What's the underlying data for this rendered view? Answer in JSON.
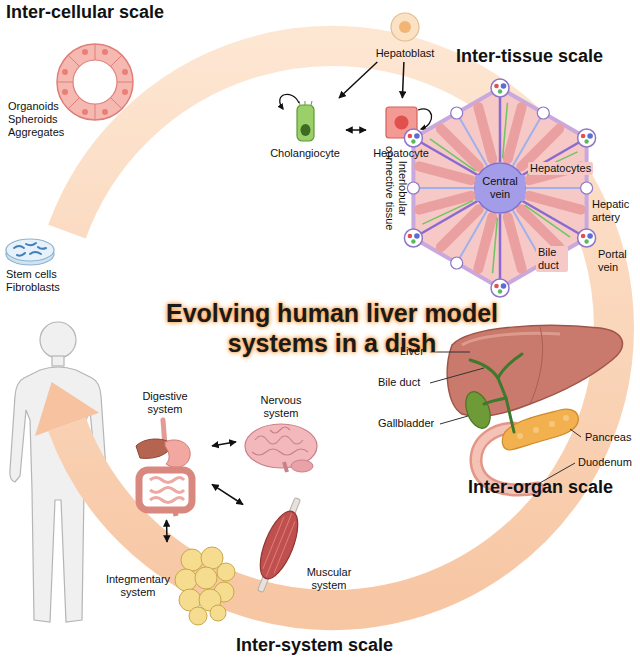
{
  "diagram": {
    "title": "Evolving human liver model systems in a dish",
    "nodes": [
      {
        "text": [
          "Hepatoblast"
        ]
      },
      {
        "text": [
          "Cholangiocyte"
        ]
      },
      {
        "text": [
          "Hepatocyte"
        ]
      },
      {
        "text": [
          "Digestive system"
        ]
      },
      {
        "text": [
          "Nervous system"
        ]
      },
      {
        "text": [
          "Muscular system"
        ]
      },
      {
        "text": [
          "Integmentary system"
        ]
      }
    ],
    "edges": [
      {
        "from": 0,
        "to": 1,
        "arrow": "to"
      },
      {
        "from": 0,
        "to": 2,
        "arrow": "to"
      },
      {
        "from": 1,
        "to": 2,
        "arrow": "both"
      },
      {
        "from": 3,
        "to": 4,
        "arrow": "both"
      },
      {
        "from": 3,
        "to": 5,
        "arrow": "both"
      },
      {
        "from": 3,
        "to": 6,
        "arrow": "both"
      }
    ],
    "labels": [
      "Inter-cellular scale",
      "Organoids Spheroids Aggregates",
      "Inter-tissue scale",
      "Interlobular connective tissue",
      "Central vein",
      "Hepatocytes",
      "Hepatic artery",
      "Portal vein",
      "Bile duct",
      "Stem cells Fibroblasts",
      "Liver",
      "Bile duct",
      "Gallbladder",
      "Pancreas",
      "Duodenum",
      "Inter-organ scale",
      "Inter-system scale"
    ]
  }
}
